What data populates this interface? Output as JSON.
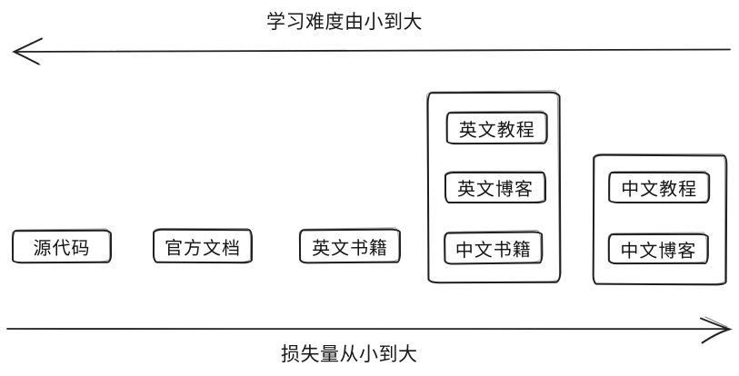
{
  "canvas": {
    "background": "#ffffff",
    "ink_color": "#1f1f1f"
  },
  "arrows": {
    "top": {
      "label": "学习难度由小到大",
      "direction": "left"
    },
    "bottom": {
      "label": "损失量从小到大",
      "direction": "right"
    }
  },
  "nodes": [
    {
      "label": "源代码"
    },
    {
      "label": "官方文档"
    },
    {
      "label": "英文书籍"
    }
  ],
  "groups": [
    {
      "name": "english-resources",
      "items": [
        {
          "label": "英文教程"
        },
        {
          "label": "英文博客"
        },
        {
          "label": "中文书籍"
        }
      ]
    },
    {
      "name": "chinese-resources",
      "items": [
        {
          "label": "中文教程"
        },
        {
          "label": "中文博客"
        }
      ]
    }
  ]
}
